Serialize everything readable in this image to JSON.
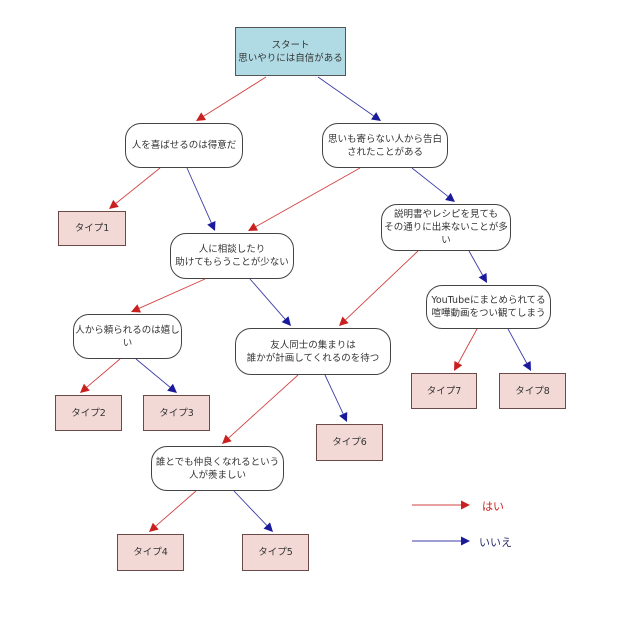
{
  "diagram": {
    "start": {
      "title": "スタート",
      "question": "思いやりには自信がある"
    },
    "questions": [
      {
        "id": "q1",
        "lines": [
          "人を喜ばせるのは得意だ"
        ]
      },
      {
        "id": "q2",
        "lines": [
          "思いも寄らない人から告白",
          "されたことがある"
        ]
      },
      {
        "id": "q3",
        "lines": [
          "説明書やレシピを見ても",
          "その通りに出来ないことが多い"
        ]
      },
      {
        "id": "q4",
        "lines": [
          "人に相談したり",
          "助けてもらうことが少ない"
        ]
      },
      {
        "id": "q5",
        "lines": [
          "YouTubeにまとめられてる",
          "喧嘩動画をつい観てしまう"
        ]
      },
      {
        "id": "q6",
        "lines": [
          "人から頼られるのは嬉しい"
        ]
      },
      {
        "id": "q7",
        "lines": [
          "友人同士の集まりは",
          "誰かが計画してくれるのを待つ"
        ]
      },
      {
        "id": "q8",
        "lines": [
          "誰とでも仲良くなれるという",
          "人が羨ましい"
        ]
      }
    ],
    "results": [
      {
        "id": "t1",
        "label": "タイプ1"
      },
      {
        "id": "t2",
        "label": "タイプ2"
      },
      {
        "id": "t3",
        "label": "タイプ3"
      },
      {
        "id": "t4",
        "label": "タイプ4"
      },
      {
        "id": "t5",
        "label": "タイプ5"
      },
      {
        "id": "t6",
        "label": "タイプ6"
      },
      {
        "id": "t7",
        "label": "タイプ7"
      },
      {
        "id": "t8",
        "label": "タイプ8"
      }
    ],
    "edges": [
      {
        "from": "start",
        "to": "q1",
        "answer": "yes"
      },
      {
        "from": "start",
        "to": "q2",
        "answer": "no"
      },
      {
        "from": "q1",
        "to": "t1",
        "answer": "yes"
      },
      {
        "from": "q1",
        "to": "q4",
        "answer": "no"
      },
      {
        "from": "q2",
        "to": "q4",
        "answer": "yes"
      },
      {
        "from": "q2",
        "to": "q3",
        "answer": "no"
      },
      {
        "from": "q3",
        "to": "q7",
        "answer": "yes"
      },
      {
        "from": "q3",
        "to": "q5",
        "answer": "no"
      },
      {
        "from": "q4",
        "to": "q6",
        "answer": "yes"
      },
      {
        "from": "q4",
        "to": "q7",
        "answer": "no"
      },
      {
        "from": "q5",
        "to": "t7",
        "answer": "yes"
      },
      {
        "from": "q5",
        "to": "t8",
        "answer": "no"
      },
      {
        "from": "q6",
        "to": "t2",
        "answer": "yes"
      },
      {
        "from": "q6",
        "to": "t3",
        "answer": "no"
      },
      {
        "from": "q7",
        "to": "q8",
        "answer": "yes"
      },
      {
        "from": "q7",
        "to": "t6",
        "answer": "no"
      },
      {
        "from": "q8",
        "to": "t4",
        "answer": "yes"
      },
      {
        "from": "q8",
        "to": "t5",
        "answer": "no"
      }
    ],
    "legend": {
      "yes_label": "はい",
      "no_label": "いいえ"
    },
    "colors": {
      "yes": "#c92020",
      "no": "#1a1a9a",
      "start_fill": "#b0dbe5",
      "result_fill": "#f2d9d6"
    }
  }
}
